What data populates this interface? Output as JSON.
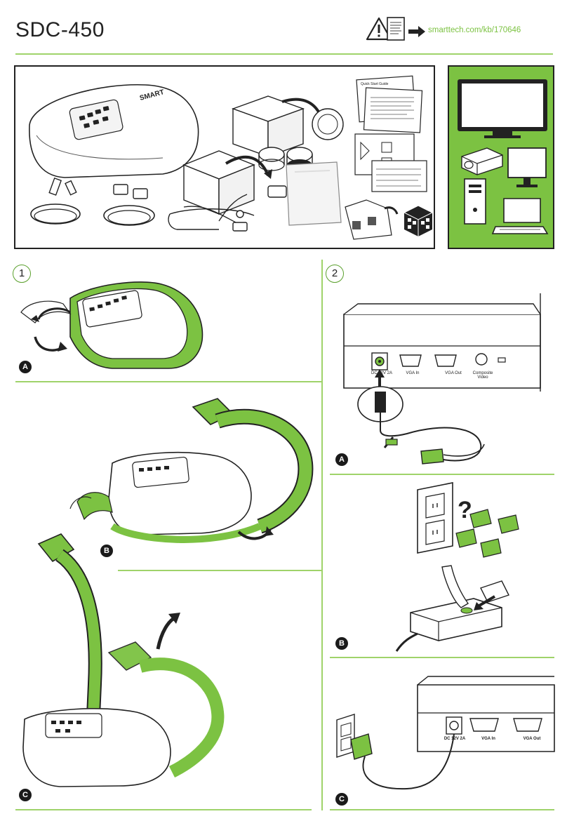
{
  "header": {
    "title": "SDC-450",
    "kb_link": "smarttech.com/kb/170646"
  },
  "kit": {
    "brand_logo": "SMART",
    "sheet_title": "Quick Start Guide"
  },
  "steps": [
    {
      "number": "1",
      "subs": [
        "A",
        "B",
        "C"
      ]
    },
    {
      "number": "2",
      "subs": [
        "A",
        "B",
        "C"
      ]
    }
  ],
  "ports_top": {
    "dc": "DC 12V 2A",
    "vga_in": "VGA In",
    "vga_out": "VGA Out",
    "composite": "Composite Video"
  },
  "ports_bottom": {
    "dc": "DC 12V 2A",
    "vga_in": "VGA In",
    "vga_out": "VGA Out"
  },
  "question_mark": "?",
  "colors": {
    "accent": "#7cc242",
    "line": "#9fd36a",
    "ink": "#222222"
  }
}
